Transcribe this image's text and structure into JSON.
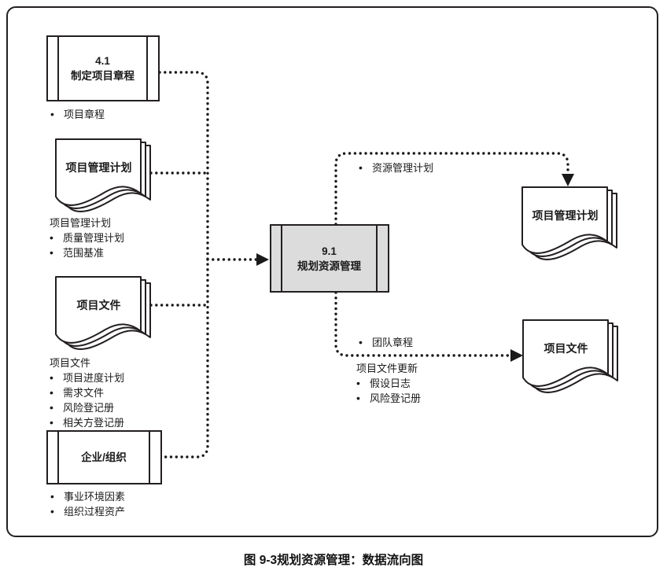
{
  "figure": {
    "caption": "图 9-3规划资源管理：数据流向图"
  },
  "colors": {
    "stroke": "#231f20",
    "process_fill_highlight": "#dcdcdc",
    "background": "#ffffff"
  },
  "processes": {
    "develop_charter": {
      "number": "4.1",
      "name": "制定项目章程"
    },
    "plan_resource_mgmt": {
      "number": "9.1",
      "name": "规划资源管理"
    },
    "enterprise_org": {
      "name": "企业/组织"
    }
  },
  "documents": {
    "pmp_input": {
      "name": "项目管理计划"
    },
    "pd_input": {
      "name": "项目文件"
    },
    "pmp_output": {
      "name": "项目管理计划"
    },
    "pd_output": {
      "name": "项目文件"
    }
  },
  "annotations": {
    "charter_outputs": {
      "items": [
        "项目章程"
      ]
    },
    "pmp_inputs": {
      "title": "项目管理计划",
      "items": [
        "质量管理计划",
        "范围基准"
      ]
    },
    "pd_inputs": {
      "title": "项目文件",
      "items": [
        "项目进度计划",
        "需求文件",
        "风险登记册",
        "相关方登记册"
      ]
    },
    "eef_opa": {
      "items": [
        "事业环境因素",
        "组织过程资产"
      ]
    },
    "resource_plan_flow": {
      "items": [
        "资源管理计划"
      ]
    },
    "team_charter_flow": {
      "items": [
        "团队章程"
      ]
    },
    "pd_updates": {
      "title": "项目文件更新",
      "items": [
        "假设日志",
        "风险登记册"
      ]
    }
  }
}
